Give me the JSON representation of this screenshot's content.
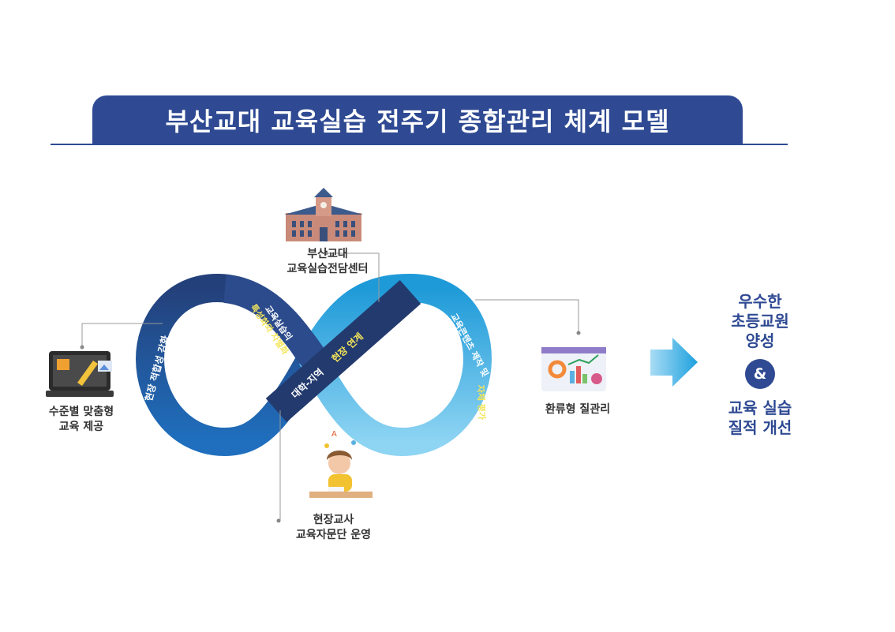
{
  "title": "부산교대 교육실습 전주기 종합관리 체계 모델",
  "loop": {
    "left_band_text": "현장 적합성 강화",
    "upper_left_text_1": "교육실습의",
    "upper_left_text_2": "특성화와 차별화",
    "center_text_prefix": "대학-지역",
    "center_text_highlight": "현장 연계",
    "right_band_text_1": "교육콘텐츠 제작 및",
    "right_band_text_2": "자체 평가"
  },
  "nodes": {
    "top_line1": "부산교대",
    "top_line2": "교육실습전담센터",
    "left_line1": "수준별 맞춤형",
    "left_line2": "교육 제공",
    "bottom_line1": "현장교사",
    "bottom_line2": "교육자문단 운영",
    "right_label": "환류형 질관리"
  },
  "outcomes": {
    "line1": "우수한",
    "line2": "초등교원",
    "line3": "양성",
    "ampersand": "&",
    "line4": "교육 실습",
    "line5": "질적 개선"
  },
  "colors": {
    "navy": "#2f4a93",
    "dark_navy": "#233a6e",
    "blue": "#1e6fc0",
    "cyan": "#1ea3df",
    "light_cyan": "#7fd0f2",
    "highlight_yellow": "#f4e55a"
  }
}
